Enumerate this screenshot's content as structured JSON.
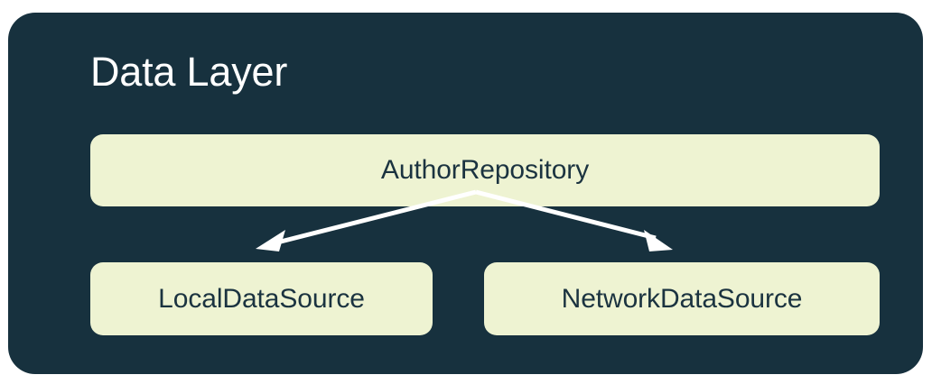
{
  "diagram": {
    "title": "Data Layer",
    "background_color": "#FFFFFF",
    "panel_color": "#17313E",
    "node_fill_color": "#EEF3D2",
    "node_text_color": "#1B3340",
    "title_text_color": "#FFFFFF",
    "edge_color": "#FFFFFF",
    "nodes": [
      {
        "id": "author-repository",
        "label": "AuthorRepository"
      },
      {
        "id": "local-data-source",
        "label": "LocalDataSource"
      },
      {
        "id": "network-data-source",
        "label": "NetworkDataSource"
      }
    ],
    "edges": [
      {
        "from": "author-repository",
        "to": "local-data-source",
        "arrow": "open-triangle"
      },
      {
        "from": "author-repository",
        "to": "network-data-source",
        "arrow": "open-triangle"
      }
    ]
  }
}
